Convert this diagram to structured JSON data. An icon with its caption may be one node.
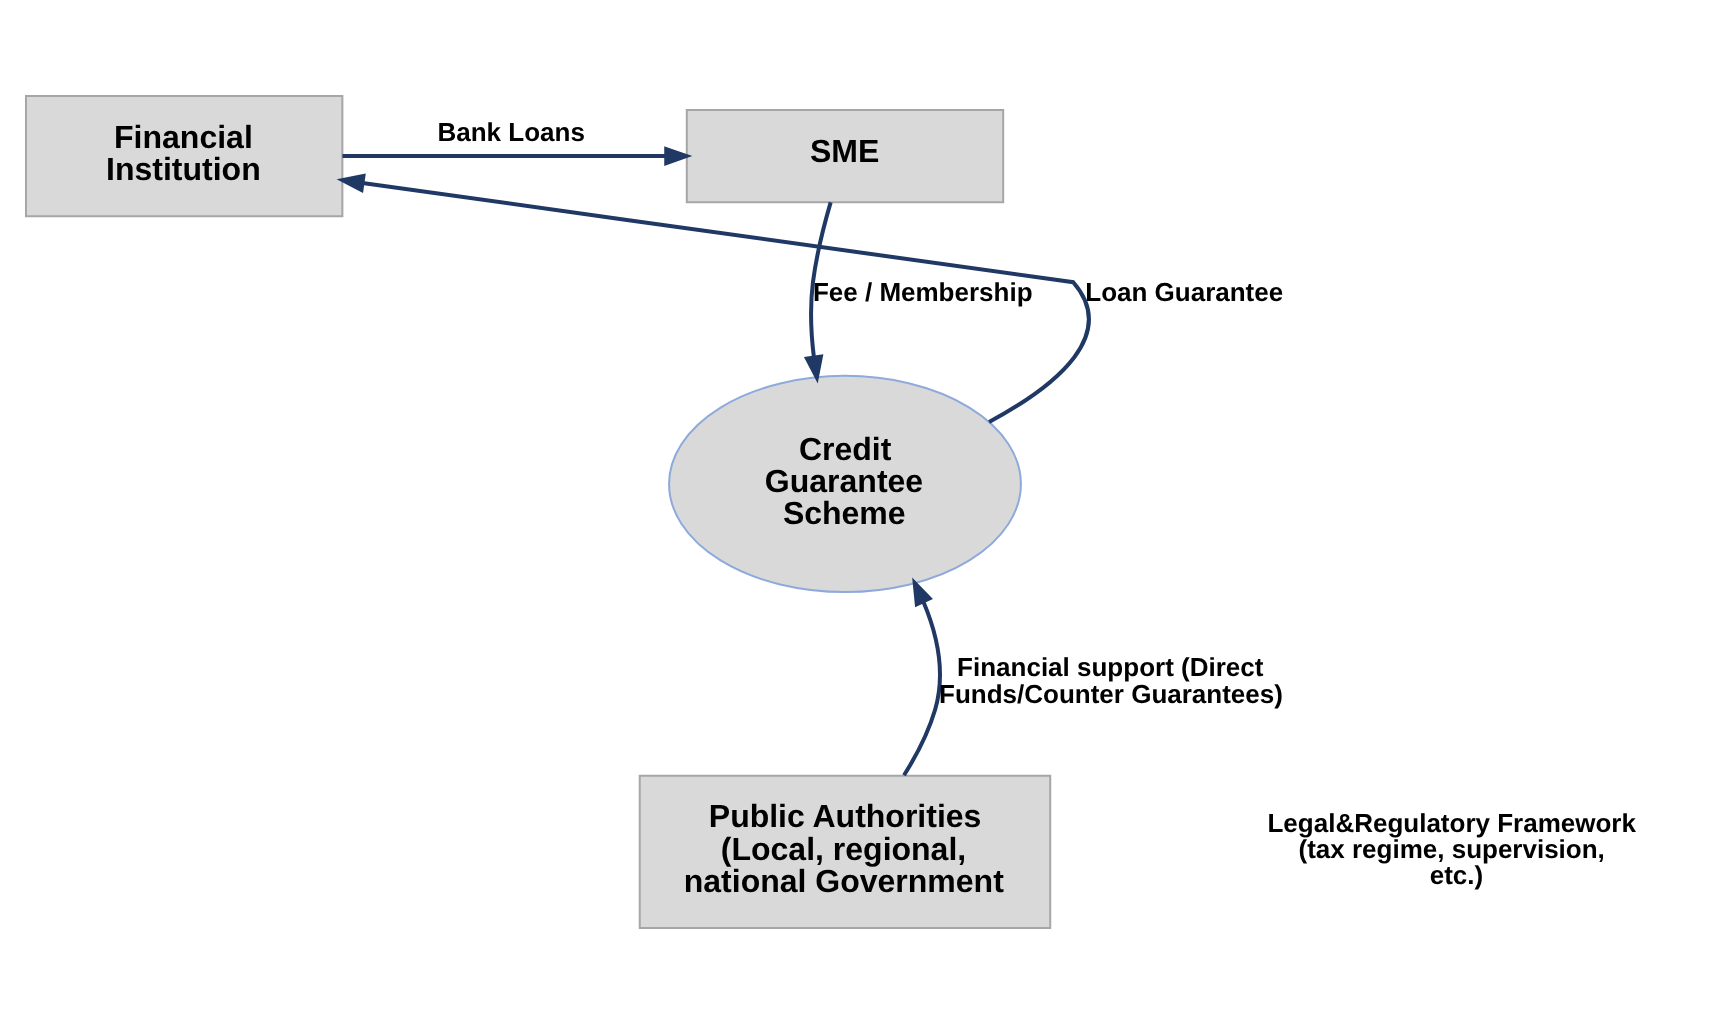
{
  "diagram": {
    "nodes": [
      {
        "text": [
          "SME"
        ]
      },
      {
        "text": [
          "Financial Institution"
        ]
      },
      {
        "text": [
          "Credit Guarantee Scheme"
        ]
      },
      {
        "text": [
          "Public Authorities (Local, regional, national Government"
        ]
      }
    ],
    "edges": [
      {
        "from": 1,
        "to": 0,
        "arrow": "to",
        "label": "Bank Loans"
      },
      {
        "from": 0,
        "to": 2,
        "arrow": "to",
        "label": "Fee / Membership"
      },
      {
        "from": 2,
        "to": 1,
        "arrow": "to",
        "label": "Loan Guarantee"
      },
      {
        "from": 3,
        "to": 2,
        "arrow": "to",
        "label": "Financial support (Direct Funds/Counter Guarantees)"
      }
    ],
    "labels": [
      "Legal&Regulatory Framework (tax regime, supervision, etc.)"
    ]
  }
}
